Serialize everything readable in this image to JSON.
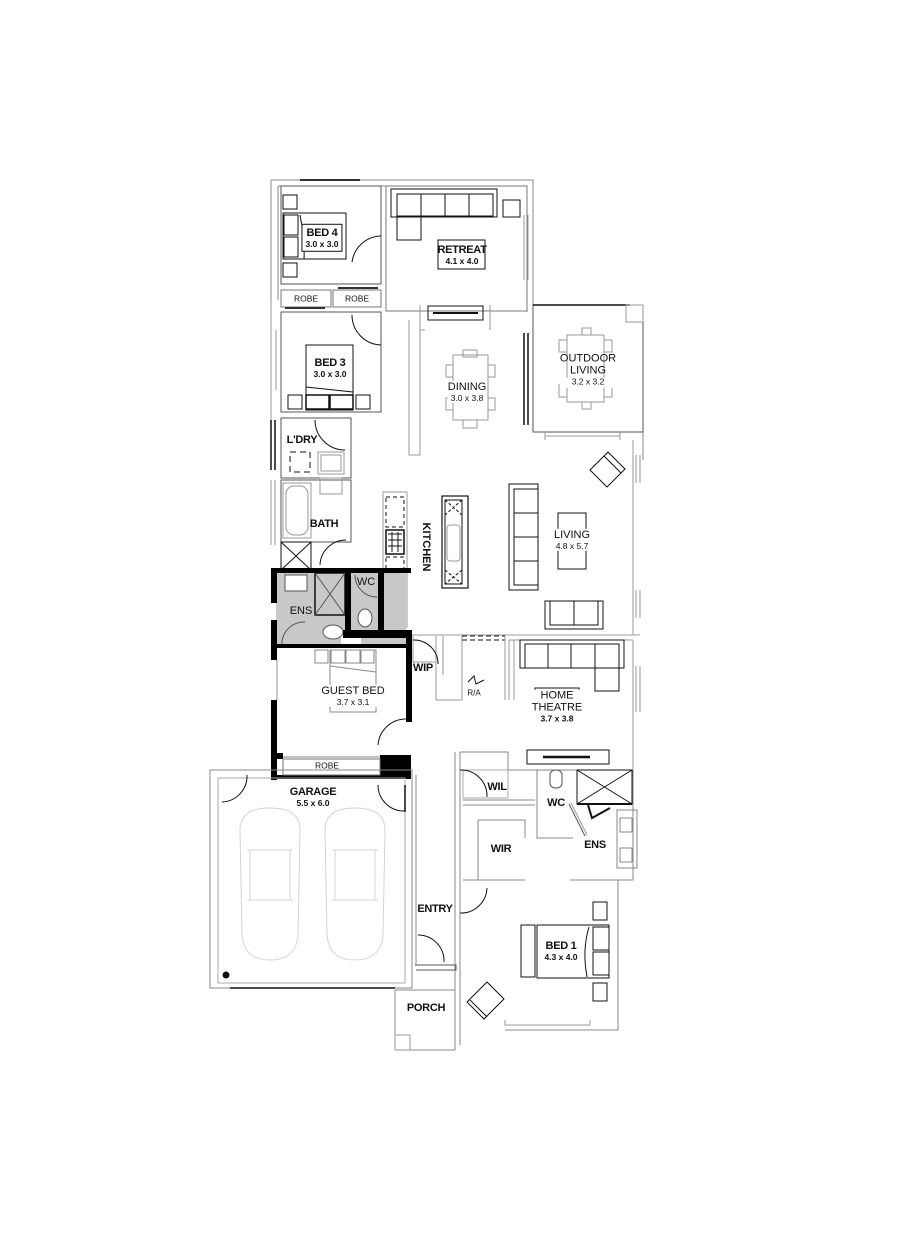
{
  "plan": {
    "type": "floor-plan",
    "rooms": [
      {
        "id": "bed4",
        "name": "BED 4",
        "dims": "3.0 x 3.0"
      },
      {
        "id": "retreat",
        "name": "RETREAT",
        "dims": "4.1 x 4.0"
      },
      {
        "id": "robe_bed4",
        "name": "ROBE"
      },
      {
        "id": "robe_bed3",
        "name": "ROBE"
      },
      {
        "id": "bed3",
        "name": "BED 3",
        "dims": "3.0 x 3.0"
      },
      {
        "id": "dining",
        "name": "DINING",
        "dims": "3.0 x 3.8"
      },
      {
        "id": "outdoor",
        "name": "OUTDOOR",
        "name2": "LIVING",
        "dims": "3.2 x 3.2"
      },
      {
        "id": "laundry",
        "name": "L'DRY"
      },
      {
        "id": "bath",
        "name": "BATH"
      },
      {
        "id": "kitchen",
        "name": "KITCHEN"
      },
      {
        "id": "living",
        "name": "LIVING",
        "dims": "4.8 x 5.7"
      },
      {
        "id": "ens_guest",
        "name": "ENS"
      },
      {
        "id": "wc_guest",
        "name": "WC"
      },
      {
        "id": "wip",
        "name": "WIP"
      },
      {
        "id": "ra",
        "name": "R/A"
      },
      {
        "id": "guest_bed",
        "name": "GUEST BED",
        "dims": "3.7 x 3.1"
      },
      {
        "id": "robe_guest",
        "name": "ROBE"
      },
      {
        "id": "home_theatre",
        "name": "HOME",
        "name2": "THEATRE",
        "dims": "3.7 x 3.8"
      },
      {
        "id": "garage",
        "name": "GARAGE",
        "dims": "5.5 x 6.0"
      },
      {
        "id": "wil",
        "name": "WIL"
      },
      {
        "id": "wc_master",
        "name": "WC"
      },
      {
        "id": "wir",
        "name": "WIR"
      },
      {
        "id": "ens_master",
        "name": "ENS"
      },
      {
        "id": "entry",
        "name": "ENTRY"
      },
      {
        "id": "bed1",
        "name": "BED 1",
        "dims": "4.3 x 4.0"
      },
      {
        "id": "porch",
        "name": "PORCH"
      }
    ],
    "colors": {
      "wall": "#111111",
      "thin_line": "#9a9a9a",
      "wet_area": "#c8c8c8",
      "solid_wall": "#000000",
      "car_outline": "#d4d4d4"
    }
  }
}
